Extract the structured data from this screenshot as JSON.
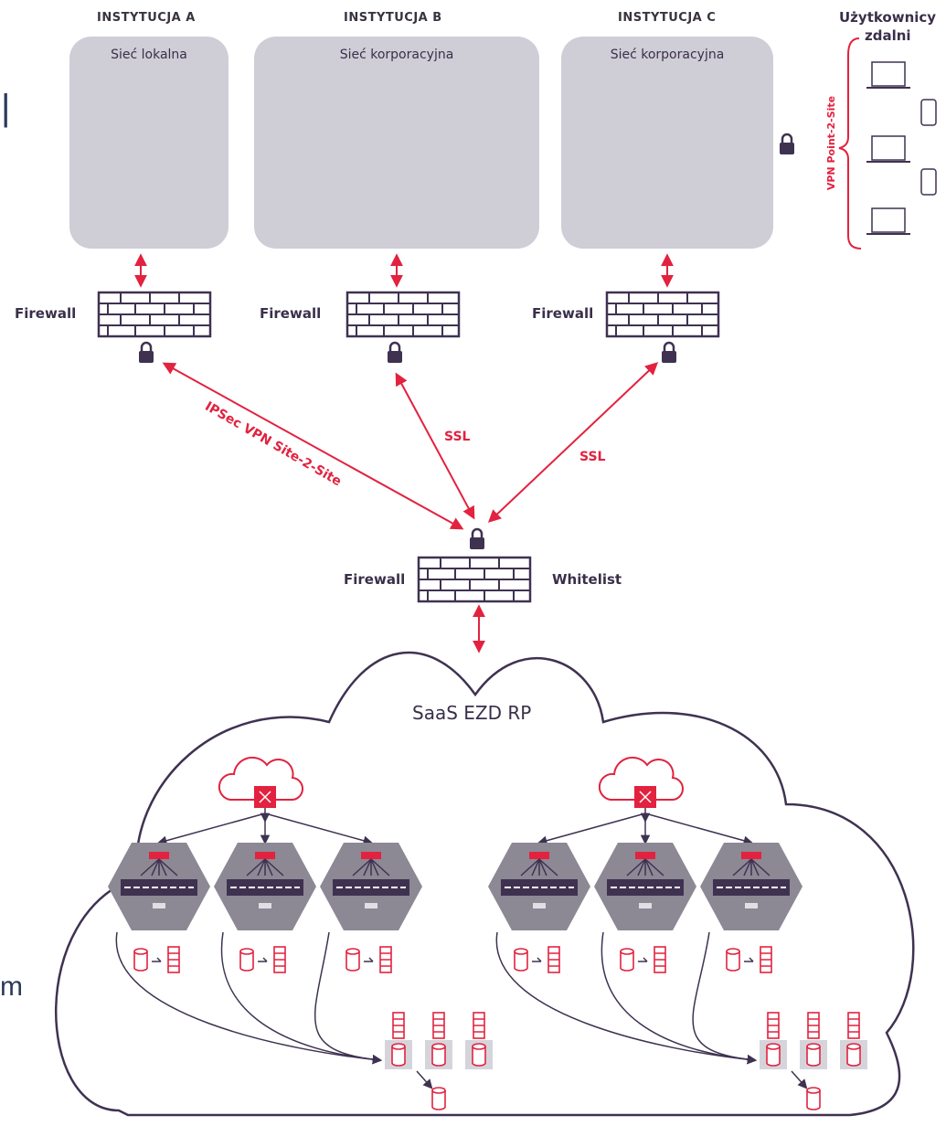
{
  "institutions": [
    {
      "title": "INSTYTUCJA A",
      "network": "Sieć lokalna"
    },
    {
      "title": "INSTYTUCJA B",
      "network": "Sieć korporacyjna"
    },
    {
      "title": "INSTYTUCJA C",
      "network": "Sieć korporacyjna"
    }
  ],
  "remote": {
    "title_line1": "Użytkownicy",
    "title_line2": "zdalni",
    "vpn_label": "VPN Point-2-Site"
  },
  "firewall_label": "Firewall",
  "links": {
    "ipsec": "IPSec VPN Site-2-Site",
    "ssl": "SSL"
  },
  "central": {
    "firewall": "Firewall",
    "whitelist": "Whitelist"
  },
  "cloud": {
    "title": "SaaS EZD RP"
  },
  "stray_text": {
    "pipe": "|",
    "m": "m"
  },
  "colors": {
    "accent": "#e2223f",
    "dark": "#3a2f4a",
    "box": "#cfcdd6",
    "node": "#3f3251"
  }
}
